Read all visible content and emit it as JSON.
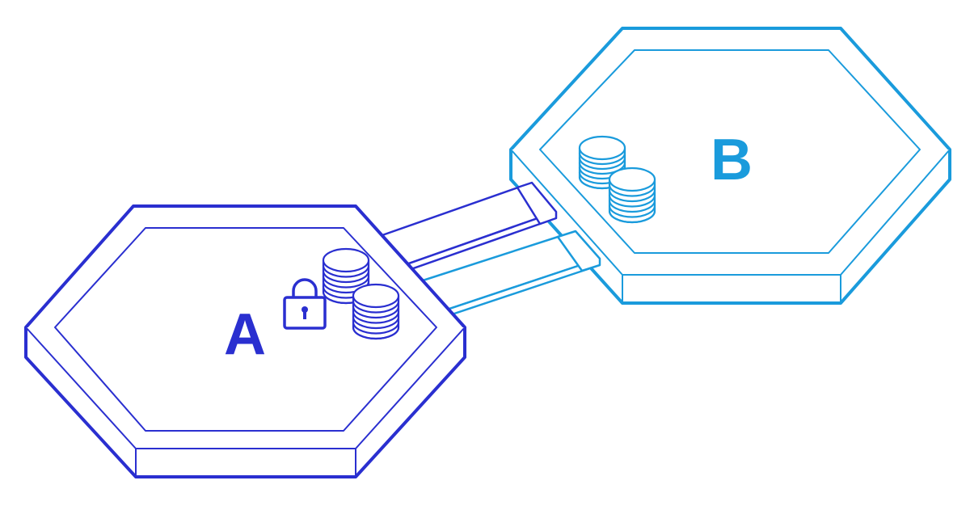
{
  "diagram": {
    "platform_a": {
      "label": "A",
      "color": "#2a2fd0",
      "coin_stacks": 2,
      "locked": true
    },
    "platform_b": {
      "label": "B",
      "color": "#1a9bdc",
      "coin_stacks": 2
    },
    "bridges": [
      {
        "from": "A",
        "to": "B",
        "color": "#2a2fd0"
      },
      {
        "from": "A",
        "to": "B",
        "color": "#1a9bdc"
      }
    ]
  }
}
